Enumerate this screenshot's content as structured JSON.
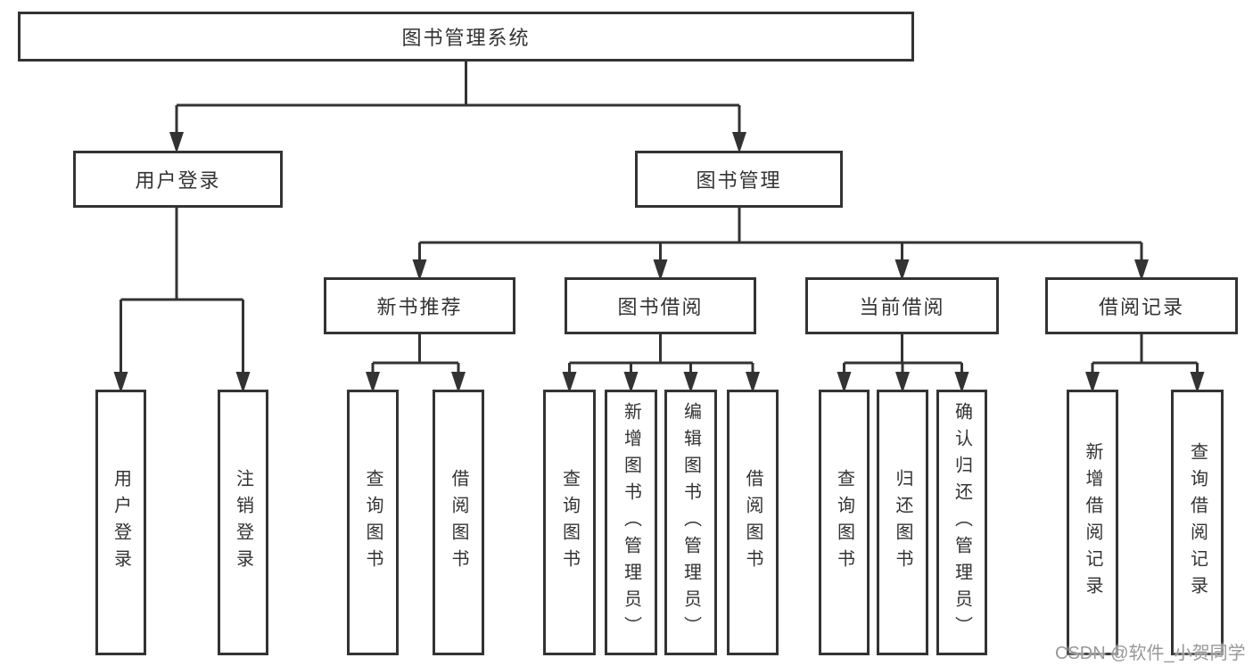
{
  "diagram": {
    "root": {
      "label": "图书管理系统"
    },
    "level2": [
      {
        "label": "用户登录"
      },
      {
        "label": "图书管理"
      }
    ],
    "level3": [
      {
        "label": "新书推荐"
      },
      {
        "label": "图书借阅"
      },
      {
        "label": "当前借阅"
      },
      {
        "label": "借阅记录"
      }
    ],
    "leaves": {
      "user_login": [
        {
          "label": "用户登录"
        },
        {
          "label": "注销登录"
        }
      ],
      "new_book_recommend": [
        {
          "label": "查询图书"
        },
        {
          "label": "借阅图书"
        }
      ],
      "book_borrowing": [
        {
          "label": "查询图书"
        },
        {
          "label": "新增图书（管理员）"
        },
        {
          "label": "编辑图书（管理员）"
        },
        {
          "label": "借阅图书"
        }
      ],
      "current_borrowing": [
        {
          "label": "查询图书"
        },
        {
          "label": "归还图书"
        },
        {
          "label": "确认归还（管理员）"
        }
      ],
      "borrowing_records": [
        {
          "label": "新增借阅记录"
        },
        {
          "label": "查询借阅记录"
        }
      ]
    }
  },
  "watermark": {
    "text": "CSDN @软件_小贺同学"
  },
  "colors": {
    "line": "#333333",
    "text": "#333333",
    "background": "#ffffff",
    "watermark": "#989898"
  }
}
